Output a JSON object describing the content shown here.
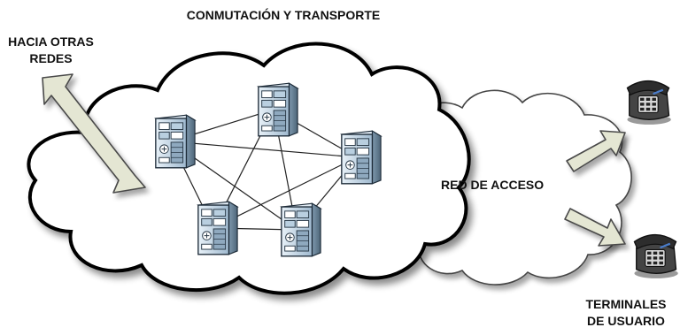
{
  "labels": {
    "core_title": "CONMUTACIÓN Y TRANSPORTE",
    "other_networks": "HACIA OTRAS\nREDES",
    "access_network": "RED DE ACCESO",
    "user_terminals": "TERMINALES\nDE USUARIO"
  },
  "nodes": [
    {
      "id": "server-1",
      "icon": "server-icon"
    },
    {
      "id": "server-2",
      "icon": "server-icon"
    },
    {
      "id": "server-3",
      "icon": "server-icon"
    },
    {
      "id": "server-4",
      "icon": "server-icon"
    },
    {
      "id": "server-5",
      "icon": "server-icon"
    }
  ],
  "links": [
    [
      "server-1",
      "server-2"
    ],
    [
      "server-1",
      "server-3"
    ],
    [
      "server-1",
      "server-4"
    ],
    [
      "server-1",
      "server-5"
    ],
    [
      "server-2",
      "server-3"
    ],
    [
      "server-2",
      "server-4"
    ],
    [
      "server-2",
      "server-5"
    ],
    [
      "server-3",
      "server-4"
    ],
    [
      "server-3",
      "server-5"
    ],
    [
      "server-4",
      "server-5"
    ]
  ],
  "terminals": [
    {
      "id": "phone-1",
      "icon": "telephone-icon"
    },
    {
      "id": "phone-2",
      "icon": "telephone-icon"
    }
  ],
  "colors": {
    "cloud_stroke": "#000000",
    "access_cloud_stroke": "#555555",
    "arrow_fill": "#e4e6d3",
    "arrow_stroke": "#4a4a4a",
    "server_fill": "#c9dceb",
    "server_dark": "#5f7a91",
    "phone_body": "#3a3a3a"
  }
}
